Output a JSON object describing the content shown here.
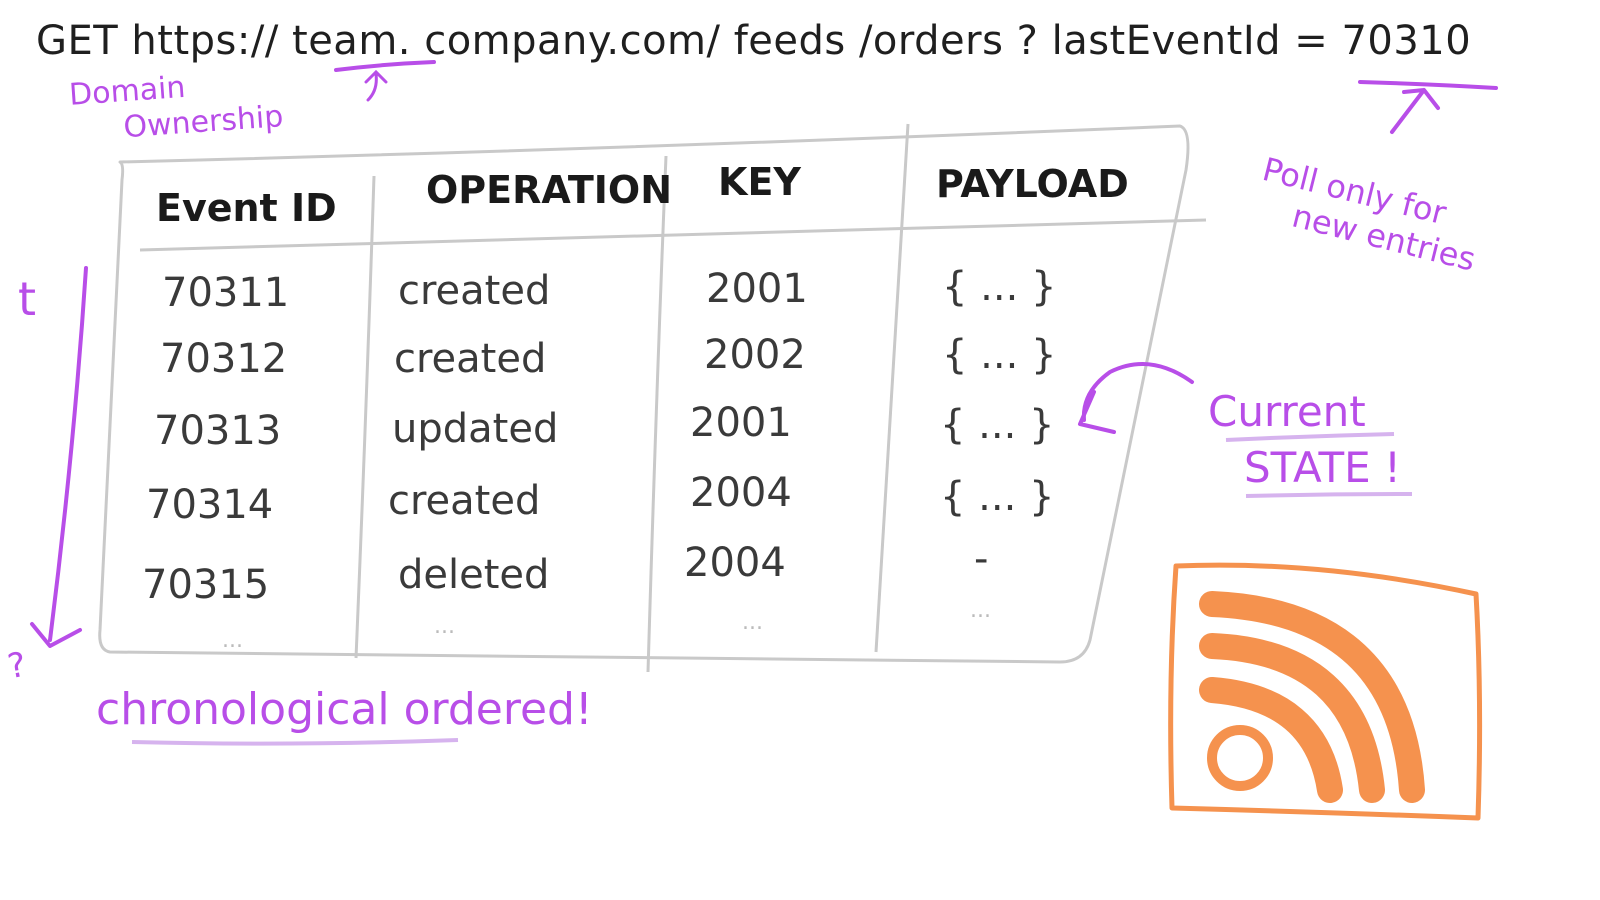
{
  "request": {
    "method": "GET",
    "url": "https:// team. company.com/ feeds /orders ? lastEventId = 70310"
  },
  "annotations": {
    "domain_ownership": [
      "Domain",
      "Ownership"
    ],
    "poll_only": [
      "Poll only for",
      "new entries"
    ],
    "current_state": [
      "Current",
      "STATE !"
    ],
    "time_axis": "t",
    "chronological": "chronological ordered!",
    "question_mark": "?"
  },
  "table": {
    "headers": [
      "Event ID",
      "OPERATION",
      "KEY",
      "PAYLOAD"
    ],
    "rows": [
      [
        "70311",
        "created",
        "2001",
        "{ ... }"
      ],
      [
        "70312",
        "created",
        "2002",
        "{ ... }"
      ],
      [
        "70313",
        "updated",
        "2001",
        "{ ... }"
      ],
      [
        "70314",
        "created",
        "2004",
        "{ ... }"
      ],
      [
        "70315",
        "deleted",
        "2004",
        "-"
      ]
    ],
    "continuation": "..."
  },
  "icon": {
    "name": "rss-feed-icon",
    "color": "#f5924e"
  },
  "colors": {
    "ink": "#1f1f1f",
    "annotation": "#b84ee8",
    "table_lines": "#c9c9c9",
    "underline": "#d6b3ee",
    "rss": "#f5924e"
  }
}
